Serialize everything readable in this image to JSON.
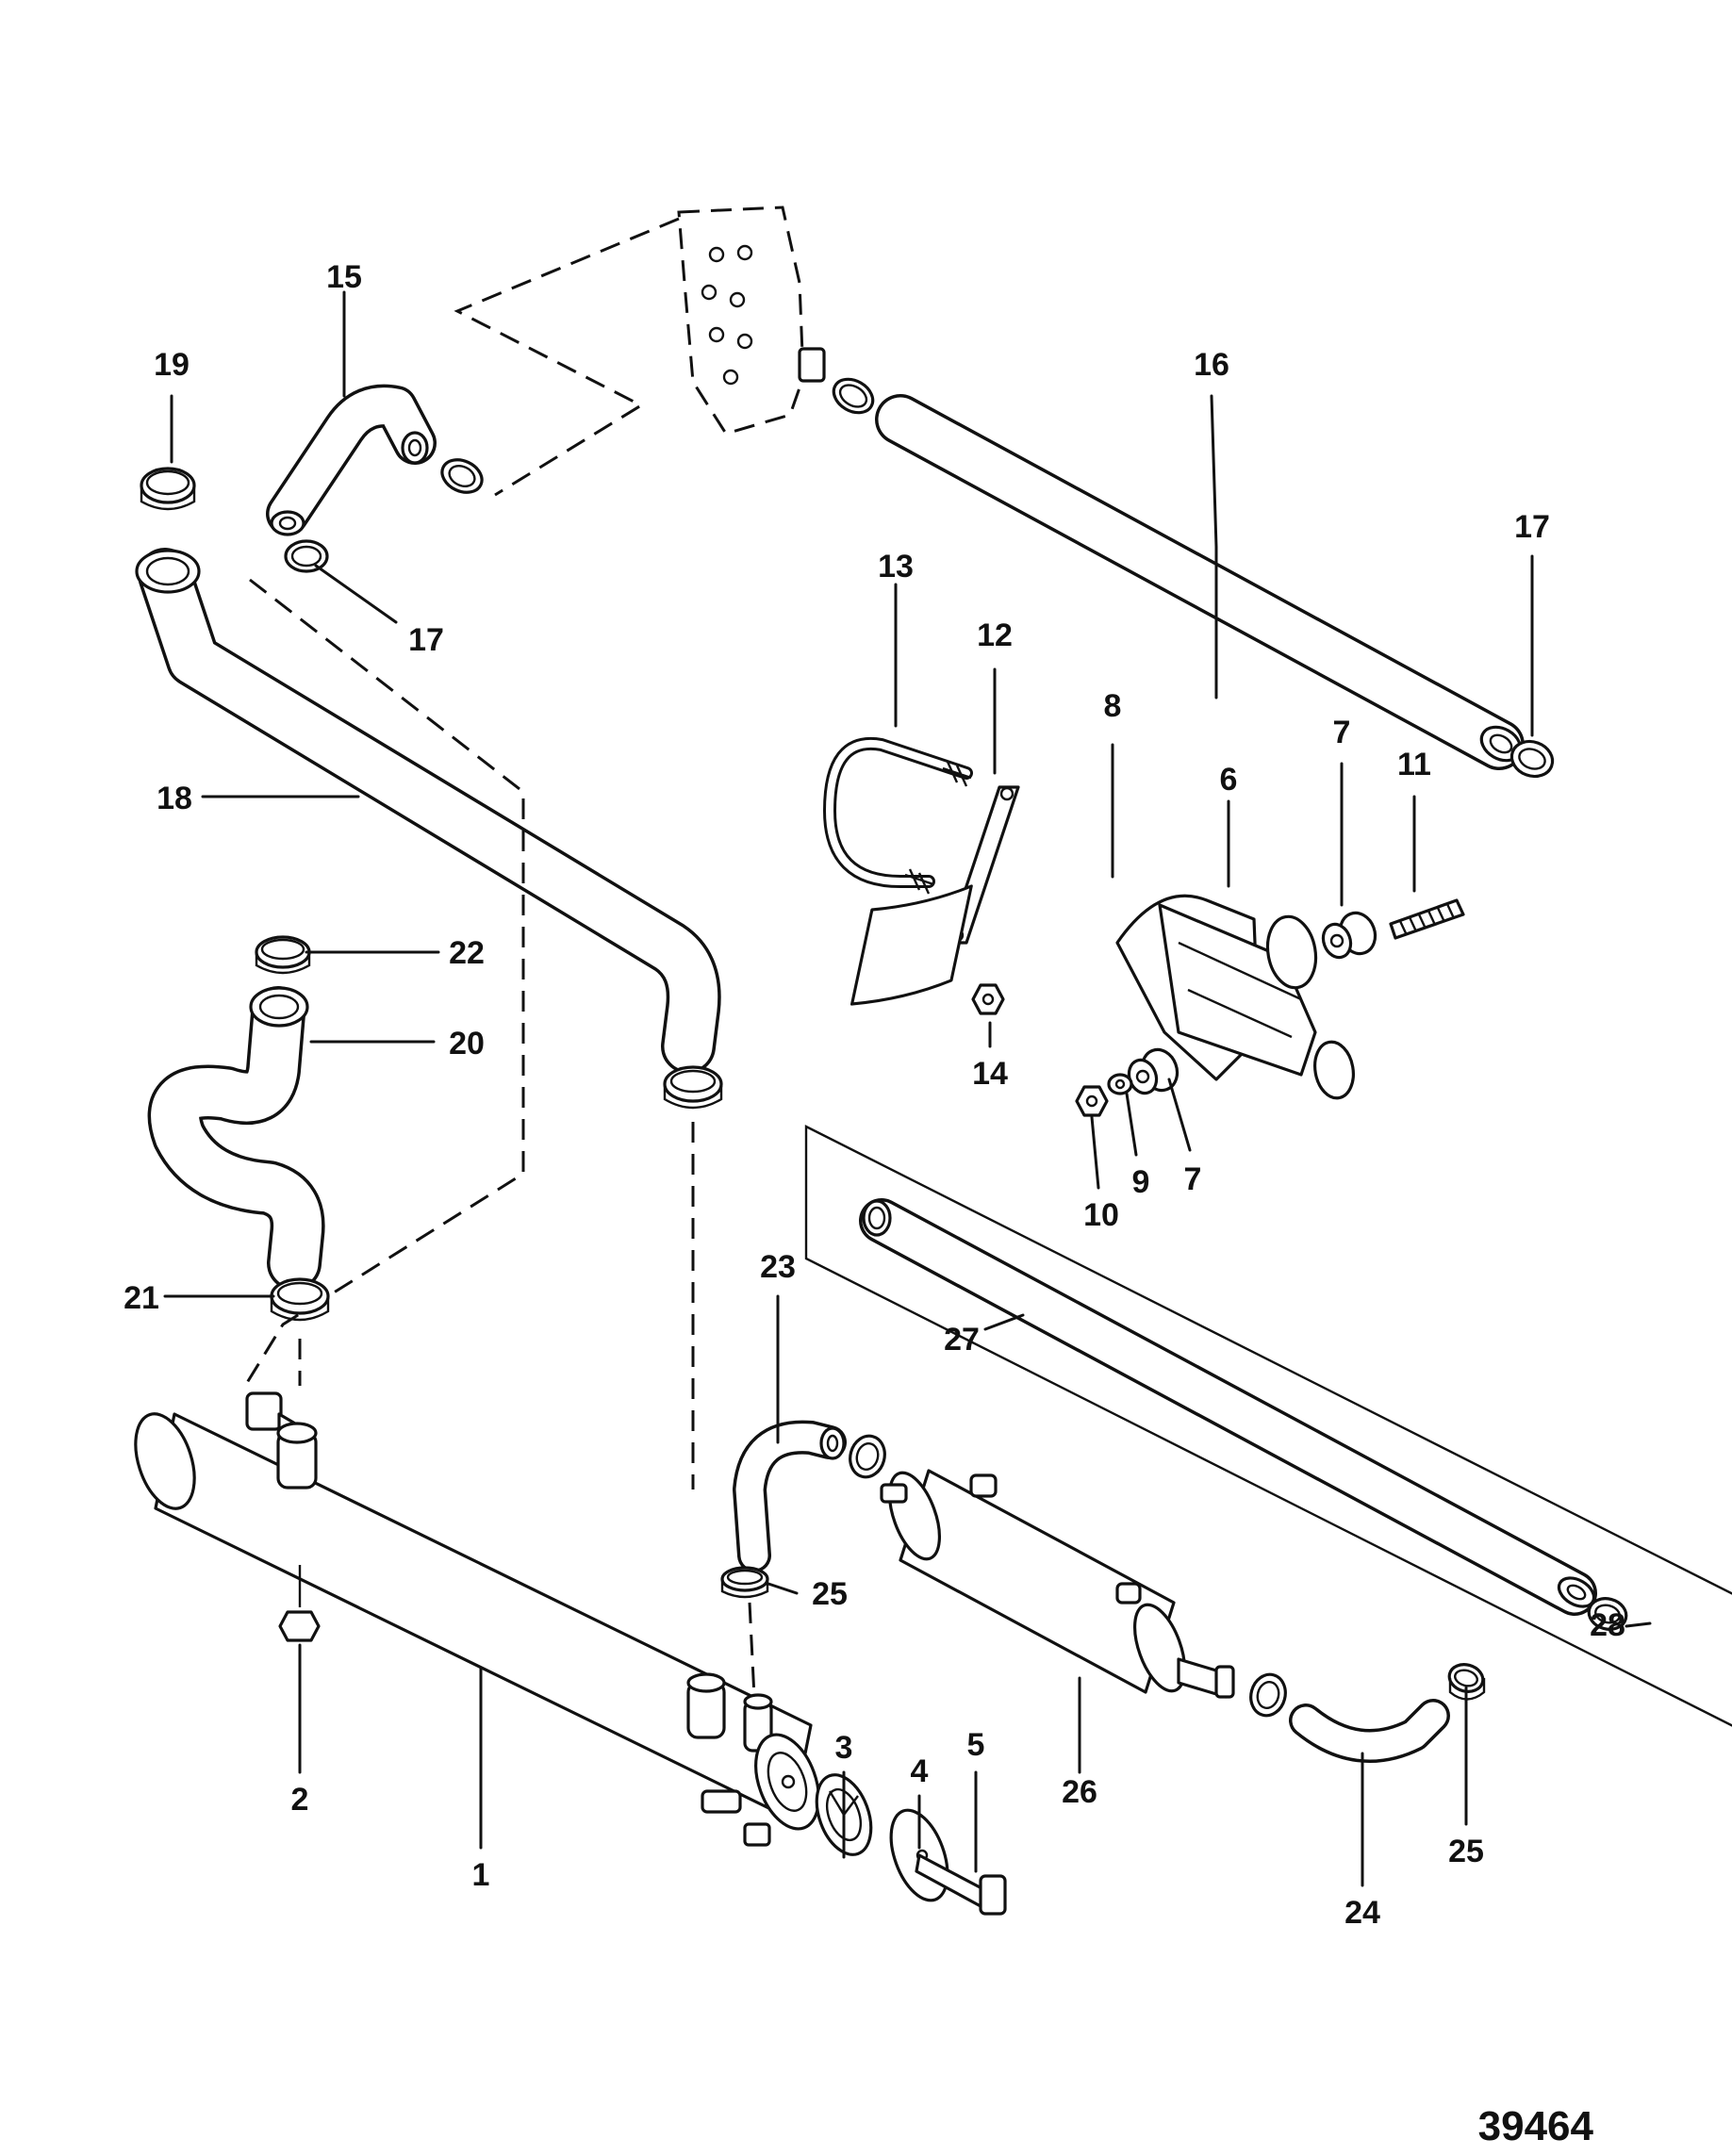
{
  "figure_number": "39464",
  "callouts": {
    "c1": "1",
    "c2": "2",
    "c3": "3",
    "c4": "4",
    "c5": "5",
    "c6": "6",
    "c7a": "7",
    "c7b": "7",
    "c8": "8",
    "c9": "9",
    "c10": "10",
    "c11": "11",
    "c12": "12",
    "c13": "13",
    "c14": "14",
    "c15": "15",
    "c16": "16",
    "c17a": "17",
    "c17b": "17",
    "c18": "18",
    "c19": "19",
    "c20": "20",
    "c21": "21",
    "c22": "22",
    "c23": "23",
    "c24": "24",
    "c25a": "25",
    "c25b": "25",
    "c26": "26",
    "c27": "27",
    "c28": "28"
  }
}
